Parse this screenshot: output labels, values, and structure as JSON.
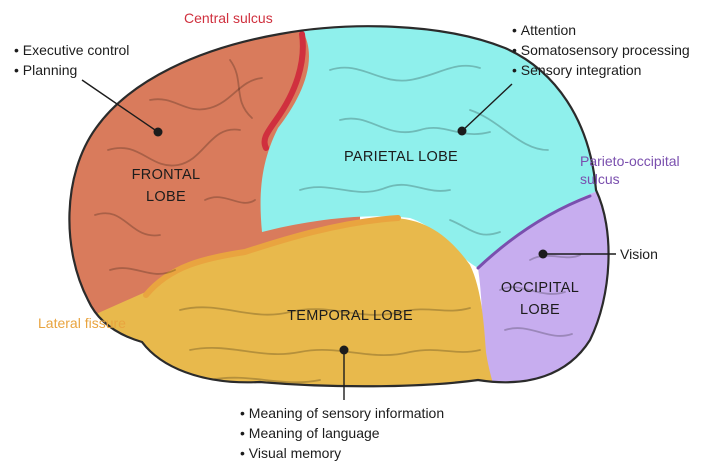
{
  "colors": {
    "frontal": "#d97b5c",
    "parietal": "#8ff0ec",
    "temporal": "#e8b94c",
    "occipital": "#c7adef",
    "central_sulcus": "#d0303e",
    "lateral_fissure": "#e9a43f",
    "parieto_occipital": "#7a4fae",
    "outline": "#2b2b2b"
  },
  "lobes": {
    "frontal": {
      "line1": "FRONTAL",
      "line2": "LOBE"
    },
    "parietal": {
      "label": "PARIETAL LOBE"
    },
    "temporal": {
      "label": "TEMPORAL LOBE"
    },
    "occipital": {
      "line1": "OCCIPITAL",
      "line2": "LOBE"
    }
  },
  "sulci": {
    "central": "Central sulcus",
    "lateral": "Lateral fissure",
    "parieto_occipital_line1": "Parieto-occipital",
    "parieto_occipital_line2": "sulcus"
  },
  "functions": {
    "frontal": [
      "Executive control",
      "Planning"
    ],
    "parietal": [
      "Attention",
      "Somatosensory processing",
      "Sensory integration"
    ],
    "occipital": [
      "Vision"
    ],
    "temporal": [
      "Meaning of sensory information",
      "Meaning of language",
      "Visual memory"
    ]
  }
}
